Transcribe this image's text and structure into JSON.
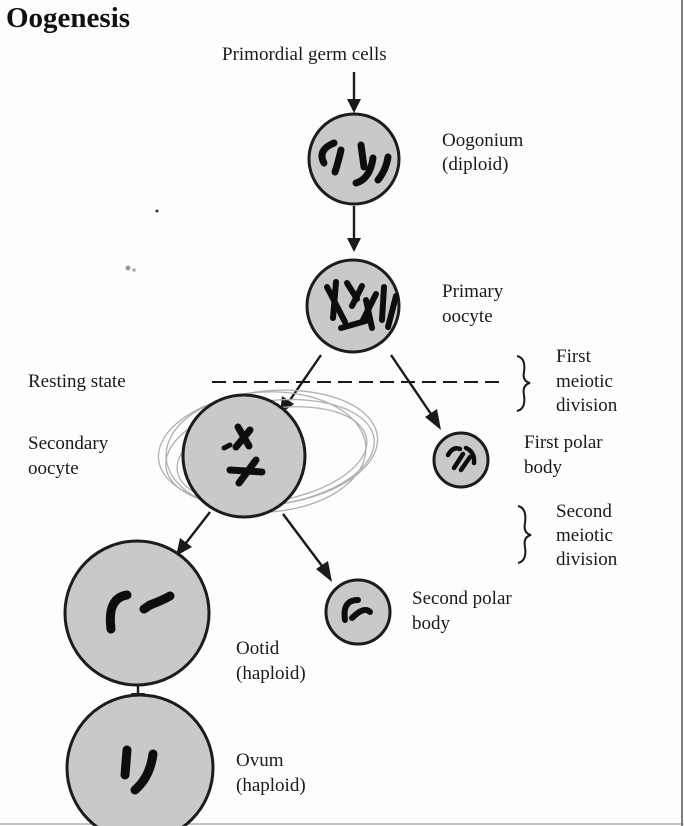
{
  "title": "Oogenesis",
  "labels": {
    "primordial": "Primordial germ cells",
    "oogonium": [
      "Oogonium",
      "(diploid)"
    ],
    "primary_oocyte": [
      "Primary",
      "oocyte"
    ],
    "resting_state": "Resting state",
    "first_meiotic": [
      "First",
      "meiotic",
      "division"
    ],
    "secondary_oocyte": [
      "Secondary",
      "oocyte"
    ],
    "first_polar_body": [
      "First polar",
      "body"
    ],
    "second_meiotic": [
      "Second",
      "meiotic",
      "division"
    ],
    "second_polar_body": [
      "Second polar",
      "body"
    ],
    "ootid": [
      "Ootid",
      "(haploid)"
    ],
    "ovum": [
      "Ovum",
      "(haploid)"
    ]
  }
}
